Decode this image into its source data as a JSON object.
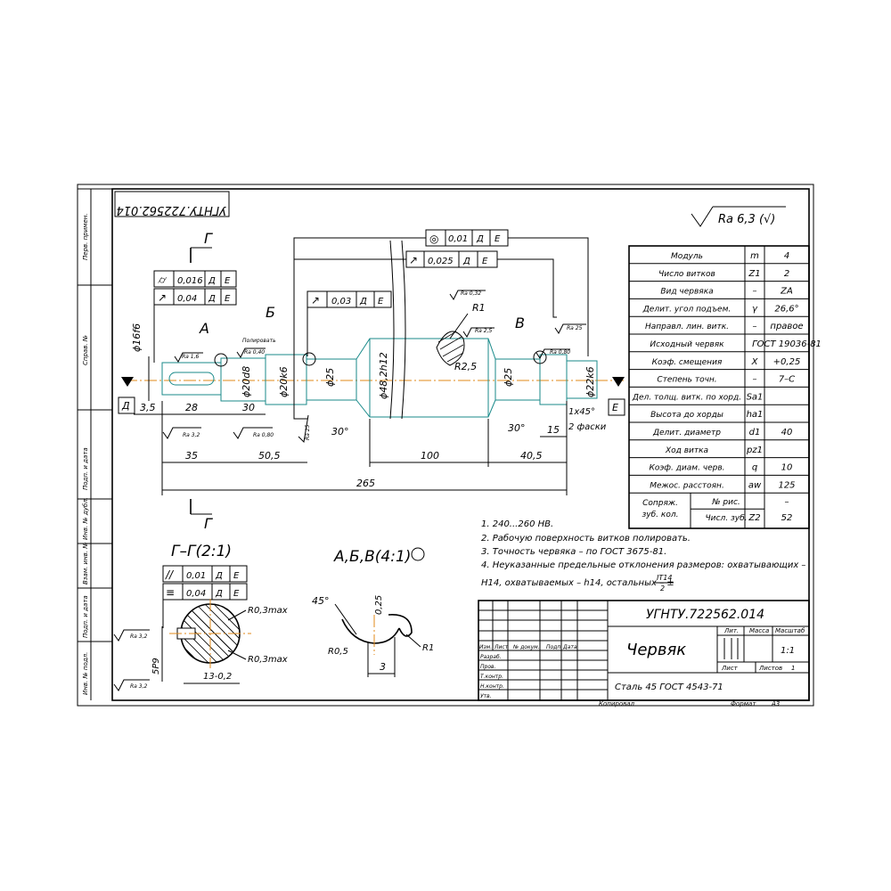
{
  "stamp_rotated": "УГНТУ.722562.014",
  "roughness": {
    "general": "Ra 6,3 (√)"
  },
  "left_stamp_column": [
    "Перв. примен.",
    "Справ. №",
    "Подп. и дата",
    "Инв. № дубл.",
    "Взам. инв. №",
    "Подп. и дата",
    "Инв. № подл."
  ],
  "section_labels": {
    "g_top": "Г",
    "g_bottom": "Г",
    "a": "А",
    "b": "Б",
    "v": "В",
    "datum_d": "Д",
    "datum_e": "Е"
  },
  "tolerance_frames": {
    "top1": [
      "◎",
      "0,01",
      "Д",
      "Е"
    ],
    "top2": [
      "↗",
      "0,025",
      "Д",
      "Е"
    ],
    "left1": [
      "⌭",
      "0,016",
      "Д",
      "Е"
    ],
    "left2": [
      "↗",
      "0,04",
      "Д",
      "Е"
    ],
    "mid": [
      "↗",
      "0,03",
      "Д",
      "Е"
    ],
    "sec1": [
      "//",
      "0,01",
      "Д",
      "Е"
    ],
    "sec2": [
      "≡",
      "0,04",
      "Д",
      "Е"
    ]
  },
  "dimensions": {
    "d16": "ϕ16f6",
    "d20d8": "ϕ20d8",
    "d20k6": "ϕ20k6",
    "d25a": "ϕ25",
    "d48": "ϕ48,2h12",
    "d25b": "ϕ25",
    "d22k6": "ϕ22k6",
    "l35a": "3,5",
    "l28": "28",
    "l30": "30",
    "l35": "35",
    "l505": "50,5",
    "l100": "100",
    "l405": "40,5",
    "l265": "265",
    "l15": "15",
    "ang30a": "30°",
    "ang30b": "30°",
    "chamfer": "1x45°",
    "chamfer2": "2 фаски",
    "r1": "R1",
    "r25": "R2,5"
  },
  "roughness_marks": {
    "ra16": "Ra 1,6",
    "ra040": "Ra 0,40",
    "ra032": "Ra 0,32",
    "ra25": "Ra 2,5",
    "ra25b": "Ra 25",
    "ra080a": "Ra 0,80",
    "ra32a": "Ra 3,2",
    "ra080b": "Ra 0,80",
    "ra25c": "Ra 25",
    "ra32b": "Ra 3,2",
    "ra32c": "Ra 3,2"
  },
  "polish_note": "Полировать",
  "param_table": [
    {
      "name": "Модуль",
      "sym": "m",
      "val": "4"
    },
    {
      "name": "Число витков",
      "sym": "Z1",
      "val": "2"
    },
    {
      "name": "Вид червяка",
      "sym": "–",
      "val": "ZA"
    },
    {
      "name": "Делит. угол подъем.",
      "sym": "γ",
      "val": "26,6°"
    },
    {
      "name": "Направл. лин. витк.",
      "sym": "–",
      "val": "правое"
    },
    {
      "name": "Исходный червяк",
      "sym": "",
      "val": "ГОСТ 19036-81"
    },
    {
      "name": "Коэф. смещения",
      "sym": "X",
      "val": "+0,25"
    },
    {
      "name": "Степень точн.",
      "sym": "–",
      "val": "7–С"
    },
    {
      "name": "Дел. толщ. витк. по хорд.",
      "sym": "Sa1",
      "val": ""
    },
    {
      "name": "Высота до хорды",
      "sym": "ha1",
      "val": ""
    },
    {
      "name": "Делит. диаметр",
      "sym": "d1",
      "val": "40"
    },
    {
      "name": "Ход витка",
      "sym": "pz1",
      "val": ""
    },
    {
      "name": "Коэф. диам. черв.",
      "sym": "q",
      "val": "10"
    },
    {
      "name": "Межос. расстоян.",
      "sym": "aw",
      "val": "125"
    }
  ],
  "param_table_last": {
    "name1": "Сопряж.",
    "name2": "зуб. кол.",
    "sub1": "№ рис.",
    "sub1val": "–",
    "sub2": "Числ. зуб.",
    "sym": "Z2",
    "val": "52"
  },
  "section_titles": {
    "gg": "Г–Г(2:1)",
    "abv": "А,Б,В(4:1)"
  },
  "section_dims": {
    "r03a": "R0,3max",
    "r03b": "R0,3max",
    "w5": "5P9",
    "h13": "13-0,2",
    "a45": "45°",
    "d025": "0,25",
    "r05": "R0,5",
    "r1s": "R1",
    "w3": "3"
  },
  "notes": [
    "1. 240...260 HB.",
    "2. Рабочую поверхность витков полировать.",
    "3. Точность червяка – по ГОСТ 3675-81.",
    "4. Неуказанные предельные отклонения размеров: охватывающих –",
    "H14, охватываемых – h14, остальных – ±"
  ],
  "notes_fraction": {
    "num": "IT14",
    "den": "2"
  },
  "title_block": {
    "code": "УГНТУ.722562.014",
    "name": "Червяк",
    "material": "Сталь 45 ГОСТ 4543-71",
    "col_lit": "Лит.",
    "col_mass": "Масса",
    "col_scale": "Масштаб",
    "scale": "1:1",
    "sheet": "Лист",
    "sheets": "Листов",
    "sheets_val": "1",
    "rows": [
      "Изм.",
      "Лист",
      "№ докум.",
      "Подп.",
      "Дата"
    ],
    "roles": [
      "Разраб.",
      "Пров.",
      "Т.контр.",
      "",
      "Н.контр.",
      "Утв."
    ],
    "copied": "Копировал",
    "format": "Формат",
    "format_val": "A3"
  }
}
